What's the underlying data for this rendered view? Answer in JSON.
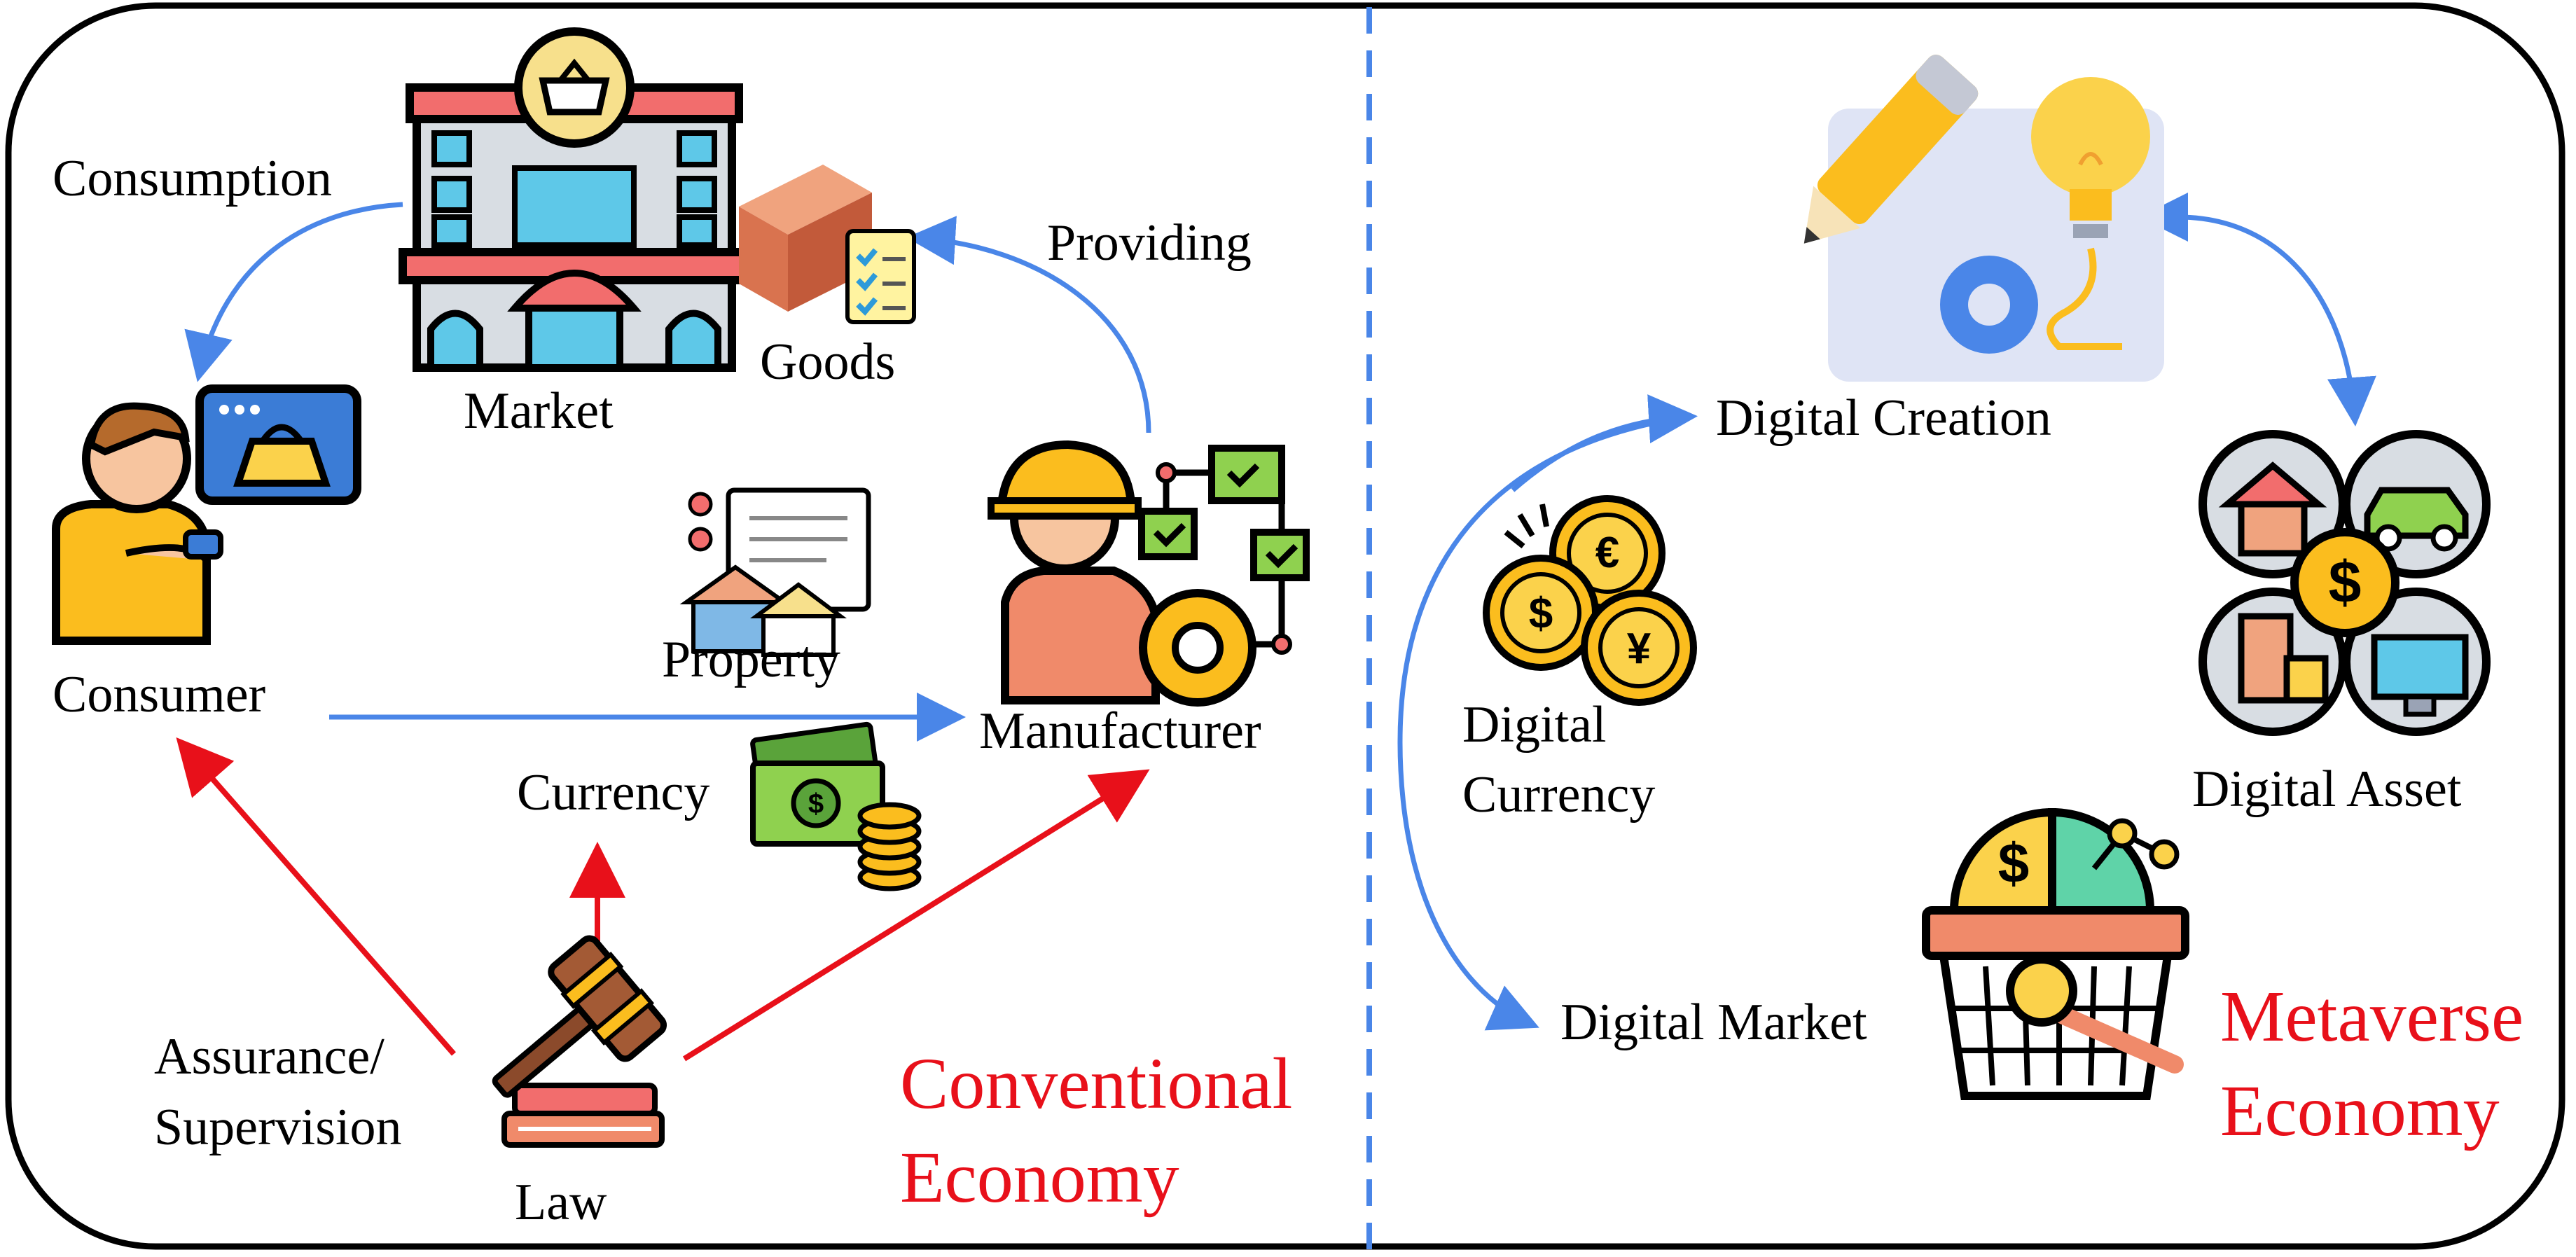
{
  "conventional": {
    "consumption": "Consumption",
    "market": "Market",
    "goods": "Goods",
    "providing": "Providing",
    "consumer": "Consumer",
    "property": "Property",
    "manufacturer": "Manufacturer",
    "currency": "Currency",
    "assurance_line1": "Assurance/",
    "assurance_line2": "Supervision",
    "law": "Law",
    "title_line1": "Conventional",
    "title_line2": "Economy"
  },
  "metaverse": {
    "digital_creation": "Digital Creation",
    "digital_currency_line1": "Digital",
    "digital_currency_line2": "Currency",
    "digital_asset": "Digital Asset",
    "digital_market": "Digital Market",
    "title_line1": "Metaverse",
    "title_line2": "Economy"
  },
  "colors": {
    "arrow_blue": "#4a86e8",
    "arrow_red": "#e8101a",
    "title_red": "#e8101a",
    "divider": "#4a86e8"
  }
}
